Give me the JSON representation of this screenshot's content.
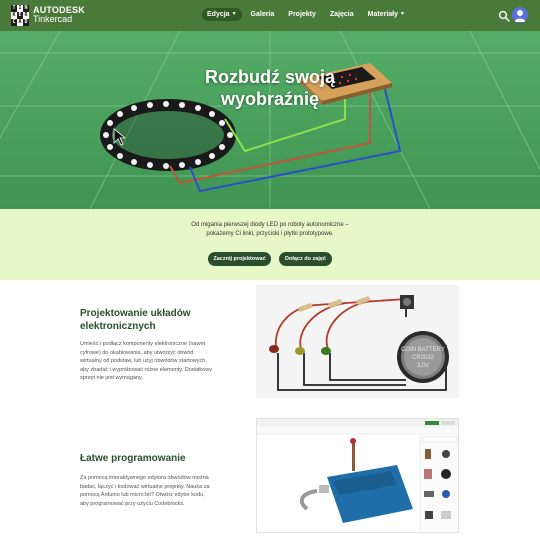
{
  "nav": {
    "logo_letters": [
      "TIN",
      "KER",
      "CAD"
    ],
    "brand_name": "AUTODESK",
    "brand_product": "Tinkercad",
    "items": [
      {
        "label": "Edycja",
        "active": true,
        "has_dropdown": true
      },
      {
        "label": "Galeria",
        "active": false,
        "has_dropdown": false
      },
      {
        "label": "Projekty",
        "active": false,
        "has_dropdown": false
      },
      {
        "label": "Zajęcia",
        "active": false,
        "has_dropdown": false
      },
      {
        "label": "Materiały",
        "active": false,
        "has_dropdown": true
      }
    ],
    "search_icon": "search-icon",
    "avatar_icon": "user-avatar-icon"
  },
  "hero": {
    "title_line1": "Rozbudź swoją",
    "title_line2": "wyobraźnię"
  },
  "intro": {
    "text": "Od migania pierwszej diody LED po roboty autonomiczne – pokażemy Ci linki, przyciski i płytki prototypowe.",
    "primary_button": "Zacznij projektować",
    "secondary_button": "Dołącz do zajęć"
  },
  "features": [
    {
      "title_line1": "Projektowanie układów",
      "title_line2": "elektronicznych",
      "body": "Umieść i podłącz komponenty elektroniczne (nawet cyfrowe) do okablowania, aby utworzyć obwód wirtualny od podstaw, lub użyj obwodów startowych, aby zbadać i wypróbować różne elementy. Dodatkowy sprzęt nie jest wymagany.",
      "image_text": [
        "COIN BATTERY",
        "CR2032",
        "3.0V"
      ]
    },
    {
      "title_line1": "Łatwe programowanie",
      "body": "Za pomocą interaktywnego edytora obwodów można badać, łączyć i kodować wirtualne projekty. Nauka za pomocą Arduino lub micro:bit? Otwórz edytor kodu, aby programować przy użyciu Codeblocks."
    }
  ],
  "colors": {
    "nav_bg": "#4a7a3a",
    "hero_bg": "#4aa05e",
    "intro_bg": "#e6f7c8",
    "button_bg": "#2b4f2c",
    "heading_green": "#2b4f2c"
  }
}
